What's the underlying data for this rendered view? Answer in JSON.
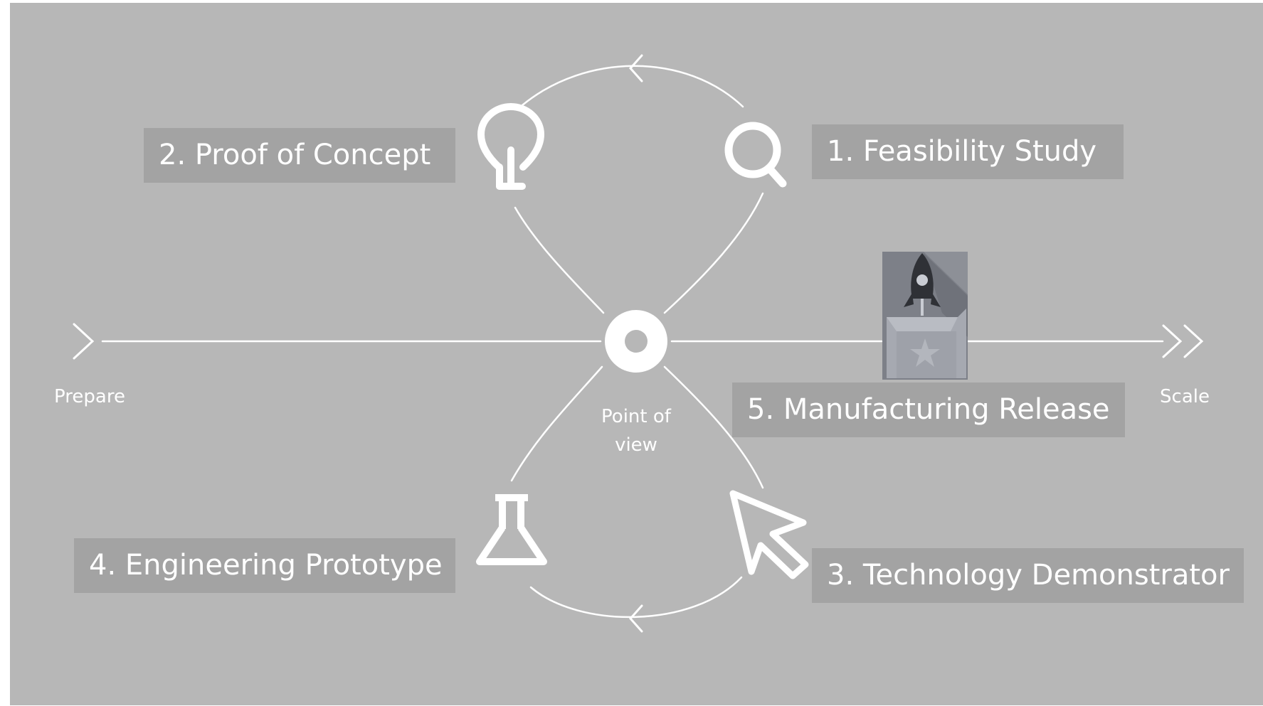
{
  "stages": {
    "feasibility": "1. Feasibility Study",
    "proof_of_concept": "2. Proof of Concept",
    "technology_demonstrator": "3. Technology Demonstrator",
    "engineering_prototype": "4. Engineering Prototype",
    "manufacturing_release": "5. Manufacturing Release"
  },
  "axis": {
    "start_label": "Prepare",
    "end_label": "Scale"
  },
  "center": {
    "label_line1": "Point of",
    "label_line2": "view"
  },
  "icons": {
    "feasibility": "magnifier-icon",
    "proof_of_concept": "lightbulb-icon",
    "technology_demonstrator": "cursor-icon",
    "engineering_prototype": "flask-icon",
    "manufacturing_release": "rocket-launch-icon",
    "center": "target-point-icon"
  },
  "colors": {
    "background": "#b7b7b7",
    "label_box": "#a3a3a3",
    "line": "#ffffff",
    "rocket_tile": "#8d9097"
  }
}
